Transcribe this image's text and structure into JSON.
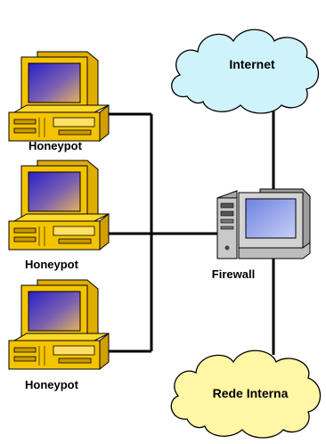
{
  "diagram": {
    "honeypots": [
      {
        "label": "Honeypot"
      },
      {
        "label": "Honeypot"
      },
      {
        "label": "Honeypot"
      }
    ],
    "firewall": {
      "label": "Firewall"
    },
    "internet": {
      "label": "Internet"
    },
    "internal": {
      "label": "Rede Interna"
    },
    "colors": {
      "pc_body": "#f5c400",
      "pc_outline": "#000000",
      "screen_from": "#2b22c6",
      "screen_to": "#e4b35a",
      "cloud_internet": "#cff3fb",
      "cloud_internal": "#fff6a6",
      "firewall_body": "#c9c9c9",
      "firewall_screen": "#8fa0e6",
      "line": "#000000"
    }
  }
}
